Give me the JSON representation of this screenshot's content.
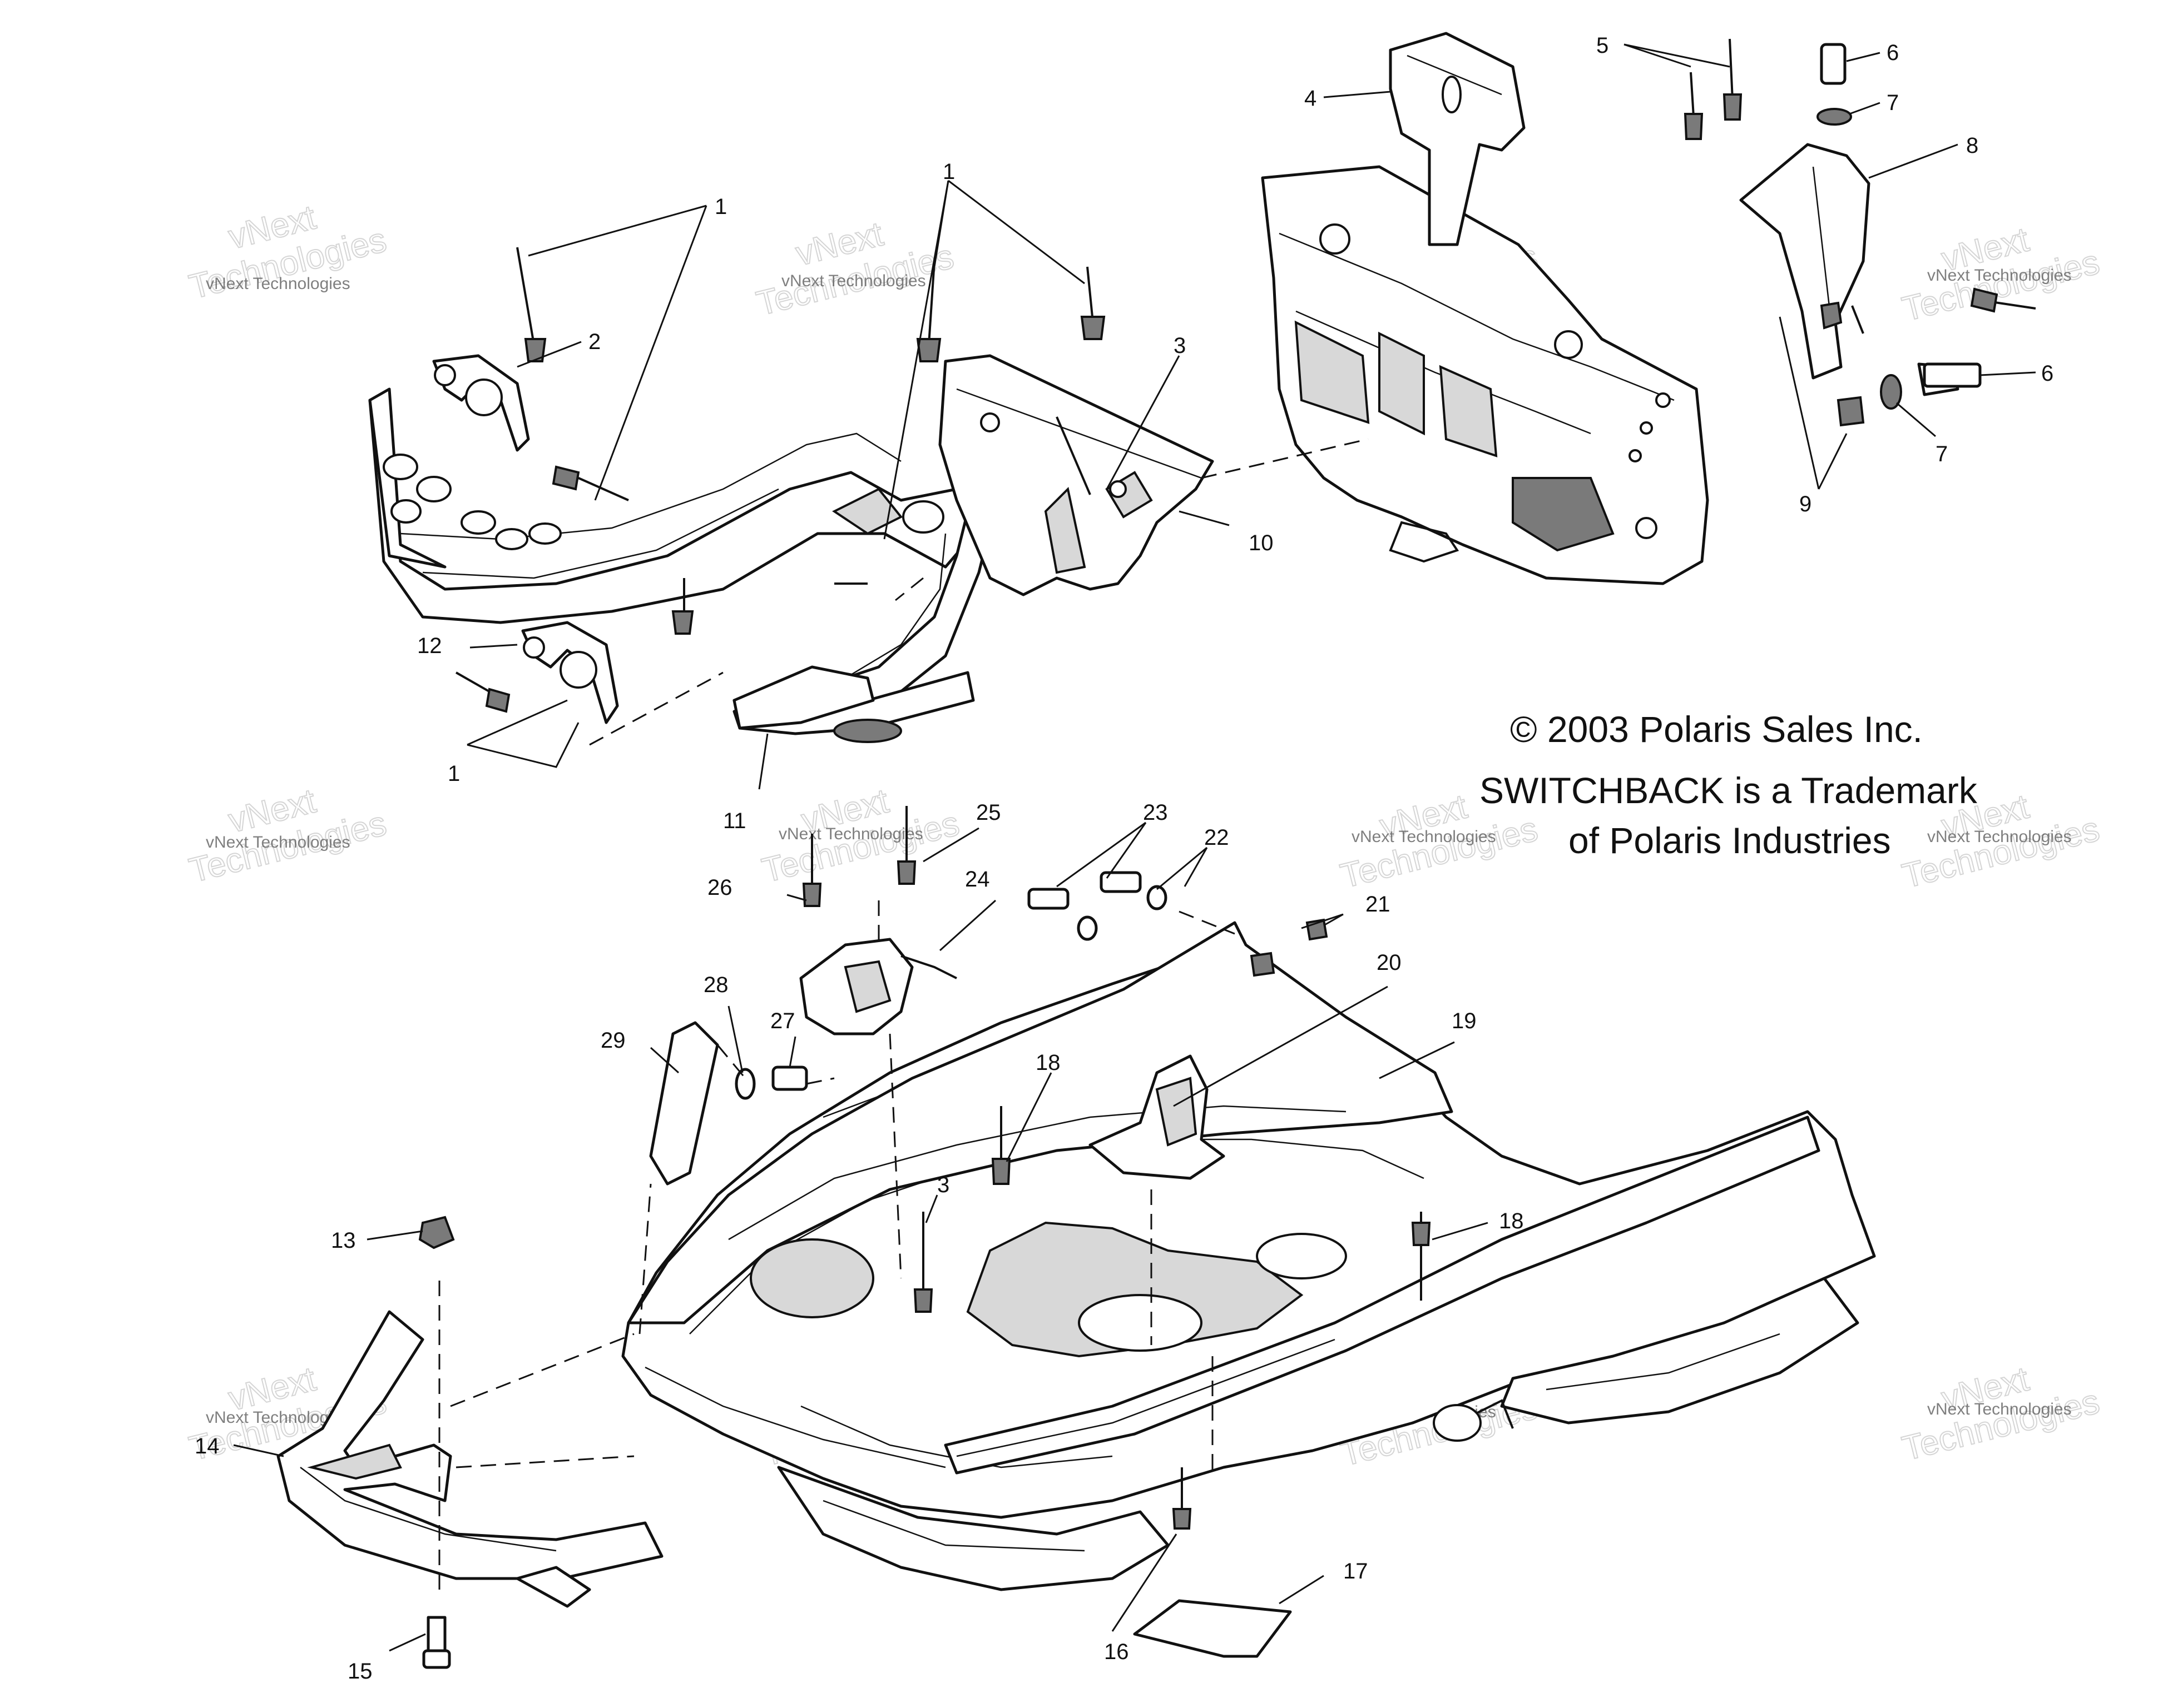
{
  "copyright": {
    "line1": "© 2003 Polaris Sales Inc.",
    "line2": "SWITCHBACK is a Trademark",
    "line3": "of Polaris Industries"
  },
  "watermark": {
    "brand_line": "vNext Technologies",
    "big_line1": "vNext",
    "big_line2": "Technologies"
  },
  "callouts": {
    "n1": "1",
    "n2": "2",
    "n3": "3",
    "n4": "4",
    "n5": "5",
    "n6": "6",
    "n7": "7",
    "n8": "8",
    "n9": "9",
    "n10": "10",
    "n11": "11",
    "n12": "12",
    "n13": "13",
    "n14": "14",
    "n15": "15",
    "n16": "16",
    "n17": "17",
    "n18": "18",
    "n19": "19",
    "n20": "20",
    "n21": "21",
    "n22": "22",
    "n23": "23",
    "n24": "24",
    "n25": "25",
    "n26": "26",
    "n27": "27",
    "n28": "28",
    "n29": "29"
  }
}
